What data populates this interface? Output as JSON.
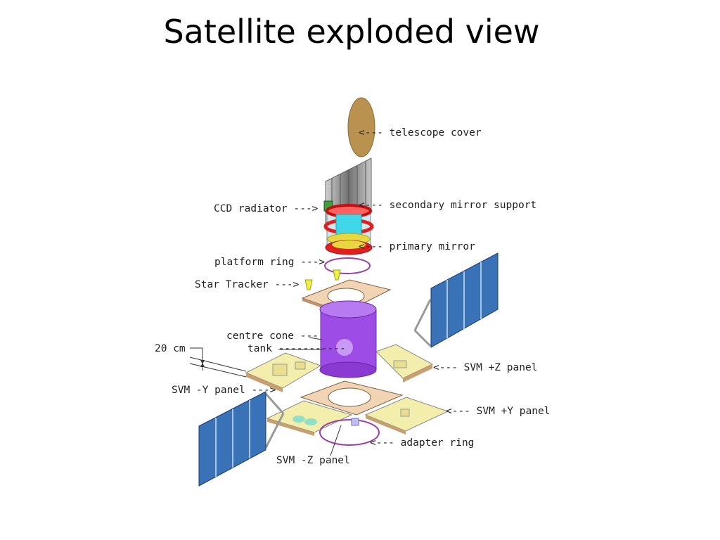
{
  "title": "Satellite exploded view",
  "labels": {
    "telescope_cover": "<---  telescope cover",
    "secondary_mirror_support": "<---  secondary mirror support",
    "ccd_radiator": "CCD radiator --->",
    "primary_mirror": "<---  primary mirror",
    "platform_ring": "platform ring --->",
    "star_tracker": "Star Tracker --->",
    "centre_cone": "centre cone ---",
    "tank": "tank -----------",
    "dimension": "20 cm",
    "svm_plus_z": "<---  SVM +Z panel",
    "svm_minus_y": "SVM -Y panel --->",
    "svm_plus_y": "<---  SVM +Y panel",
    "adapter_ring": "<--- adapter ring",
    "svm_minus_z": "SVM -Z panel"
  },
  "colors": {
    "cover": "#b8924e",
    "radiator": "#a0a0a0",
    "mirror_red": "#e02020",
    "mirror_cyan": "#40d8e8",
    "mirror_yellow": "#e8d840",
    "platform": "#f0d4b4",
    "cone": "#9d4de6",
    "panel": "#f3eeac",
    "solar": "#3a72b8",
    "ring": "#9a40a8"
  }
}
